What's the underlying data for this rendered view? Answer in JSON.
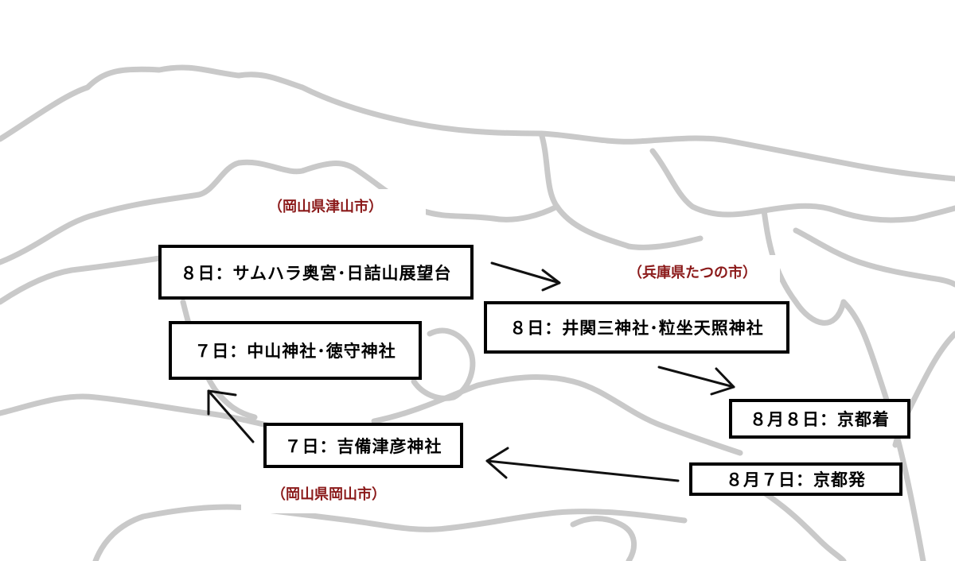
{
  "region_labels": {
    "tsuyama": "（岡山県津山市）",
    "tatsuno": "（兵庫県たつの市）",
    "okayama": "（岡山県岡山市）"
  },
  "stops": {
    "day8_sumhara": "８日：サムハラ奥宮･日詰山展望台",
    "day7_nakayama": "７日：中山神社･徳守神社",
    "day8_iseki": "８日：井関三神社･粒坐天照神社",
    "kyoto_arrive": "８月８日：京都着",
    "day7_kibitsu": "７日：吉備津彦神社",
    "kyoto_depart": "８月７日：京都発"
  },
  "colors": {
    "map_outline": "#c9c9c9",
    "region_label": "#8b1a1a",
    "box_border": "#000000"
  }
}
